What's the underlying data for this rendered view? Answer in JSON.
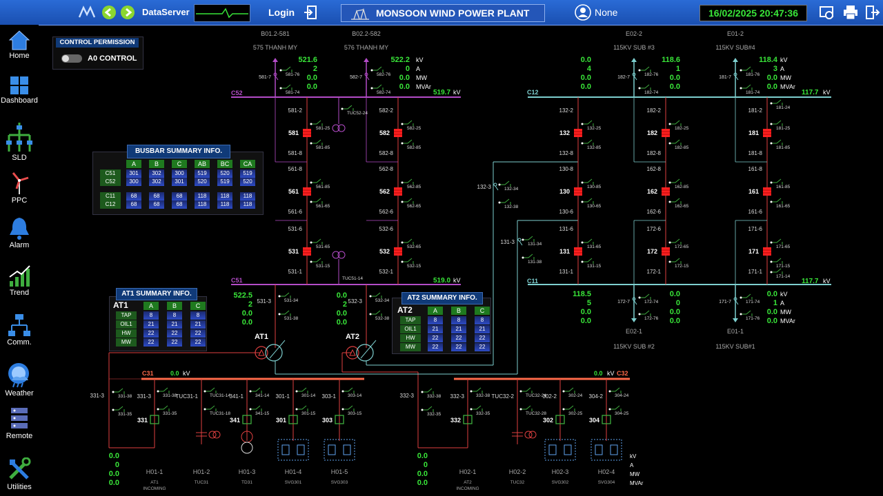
{
  "topbar": {
    "data_server": "DataServer",
    "login": "Login",
    "title": "MONSOON WIND POWER PLANT",
    "user": "None",
    "datetime": "16/02/2025 20:47:36"
  },
  "sidebar": {
    "items": [
      {
        "label": "Home"
      },
      {
        "label": "Dashboard"
      },
      {
        "label": "SLD"
      },
      {
        "label": "PPC"
      },
      {
        "label": "Alarm"
      },
      {
        "label": "Trend"
      },
      {
        "label": "Comm."
      },
      {
        "label": "Weather"
      },
      {
        "label": "Remote"
      },
      {
        "label": "Utilities"
      }
    ]
  },
  "control_permission": {
    "title": "CONTROL PERMISSION",
    "toggle_label": "A0 CONTROL"
  },
  "busbar_summary": {
    "title": "BUSBAR SUMMARY INFO.",
    "headers": [
      "A",
      "B",
      "C",
      "AB",
      "BC",
      "CA"
    ],
    "rows": [
      {
        "label": "C51",
        "values": [
          "301",
          "302",
          "300",
          "519",
          "520",
          "519"
        ]
      },
      {
        "label": "C52",
        "values": [
          "300",
          "302",
          "301",
          "520",
          "519",
          "520"
        ]
      },
      {
        "label": "C11",
        "values": [
          "68",
          "68",
          "68",
          "118",
          "118",
          "118"
        ]
      },
      {
        "label": "C12",
        "values": [
          "68",
          "68",
          "68",
          "118",
          "118",
          "118"
        ]
      }
    ]
  },
  "at1_summary": {
    "title": "AT1 SUMMARY INFO.",
    "name": "AT1",
    "headers": [
      "A",
      "B",
      "C"
    ],
    "rows": [
      {
        "label": "TAP",
        "values": [
          "8",
          "8",
          "8"
        ]
      },
      {
        "label": "OIL1",
        "values": [
          "21",
          "21",
          "21"
        ]
      },
      {
        "label": "HW",
        "values": [
          "22",
          "22",
          "22"
        ]
      },
      {
        "label": "MW",
        "values": [
          "22",
          "22",
          "22"
        ]
      }
    ]
  },
  "at2_summary": {
    "title": "AT2 SUMMARY INFO.",
    "name": "AT2",
    "headers": [
      "A",
      "B",
      "C"
    ],
    "rows": [
      {
        "label": "TAP",
        "values": [
          "8",
          "8",
          "8"
        ]
      },
      {
        "label": "OIL1",
        "values": [
          "21",
          "21",
          "21"
        ]
      },
      {
        "label": "HW",
        "values": [
          "22",
          "22",
          "22"
        ]
      },
      {
        "label": "MW",
        "values": [
          "22",
          "22",
          "22"
        ]
      }
    ]
  },
  "units": {
    "kv": "kV",
    "a": "A",
    "mw": "MW",
    "mvar": "MVAr"
  },
  "feeders_500": [
    {
      "id": "B01.2-581",
      "name": "575 THANH MY",
      "kv": "521.6",
      "a": "2",
      "mw": "0.0",
      "mvar": "0.0",
      "sw": "581-7",
      "ds1": "581-76",
      "ds2": "581-74"
    },
    {
      "id": "B02.2-582",
      "name": "576 THANH MY",
      "kv": "522.2",
      "a": "0",
      "mw": "0.0",
      "mvar": "0.0",
      "sw": "582-7",
      "ds1": "582-76",
      "ds2": "582-74"
    }
  ],
  "feeders_110_top": [
    {
      "id": "E02-2",
      "name": "115KV SUB #3",
      "kv": "118.6",
      "a": "1",
      "mw": "0.0",
      "mvar": "0.0",
      "sw": "182-7",
      "ds1": "182-76",
      "ds2": "182-74"
    },
    {
      "id": "E01-2",
      "name": "115KV SUB#4",
      "kv": "118.4",
      "a": "3",
      "mw": "0.0",
      "mvar": "0.0",
      "sw": "181-7",
      "ds1": "181-76",
      "ds2": "181-74"
    }
  ],
  "feeders_110_left": {
    "kv": "0.0",
    "a": "4",
    "mw": "0.0",
    "mvar": "0.0"
  },
  "feeders_110_bottom": [
    {
      "id": "E02-1",
      "name": "115KV SUB #2",
      "kv": "0.0",
      "a": "0",
      "mw": "0.0",
      "mvar": "0.0",
      "sw": "172-7",
      "ds1": "172-74",
      "ds2": "172-76"
    },
    {
      "id": "E01-1",
      "name": "115KV SUB#1",
      "kv": "0.0",
      "a": "1",
      "mw": "0.0",
      "mvar": "0.0",
      "sw": "171-7",
      "ds1": "171-74",
      "ds2": "171-76"
    }
  ],
  "feeders_110_bottom_left": {
    "kv": "118.5",
    "a": "5",
    "mw": "0.0",
    "mvar": "0.0"
  },
  "buses": {
    "c52": {
      "name": "C52",
      "kv": "519.7"
    },
    "c51": {
      "name": "C51",
      "kv": "519.0"
    },
    "c12": {
      "name": "C12",
      "kv": "117.7"
    },
    "c11": {
      "name": "C11",
      "kv": "117.7"
    },
    "c31": {
      "name": "C31",
      "kv": "0.0"
    },
    "c32": {
      "name": "C32",
      "kv": "0.0"
    }
  },
  "breakers_500": [
    {
      "id": "581",
      "top": "581-2",
      "topd": "581-25",
      "bot": "581-8",
      "botd": "581-85"
    },
    {
      "id": "582",
      "top": "582-2",
      "topd": "582-25",
      "bot": "582-8",
      "botd": "582-85"
    },
    {
      "id": "561",
      "top": "561-8",
      "topd": "561-85",
      "bot": "561-6",
      "botd": "561-65"
    },
    {
      "id": "562",
      "top": "562-8",
      "topd": "562-85",
      "bot": "562-6",
      "botd": "562-65"
    },
    {
      "id": "531",
      "top": "531-6",
      "topd": "531-65",
      "bot": "531-1",
      "botd": "531-15"
    },
    {
      "id": "532",
      "top": "532-6",
      "topd": "532-65",
      "bot": "532-1",
      "botd": "532-15"
    }
  ],
  "breakers_110": [
    {
      "id": "132",
      "top": "132-2",
      "topd": "132-25",
      "bot": "132-8",
      "botd": "132-85"
    },
    {
      "id": "182",
      "top": "182-2",
      "topd": "182-25",
      "bot": "182-8",
      "botd": "182-85"
    },
    {
      "id": "181",
      "top": "181-2",
      "topd": "181-25",
      "bot": "181-8",
      "botd": "181-85"
    },
    {
      "id": "130",
      "top": "130-8",
      "topd": "130-85",
      "bot": "130-6",
      "botd": "130-65"
    },
    {
      "id": "162",
      "top": "162-8",
      "topd": "162-85",
      "bot": "162-6",
      "botd": "162-65"
    },
    {
      "id": "161",
      "top": "161-8",
      "topd": "161-85",
      "bot": "161-6",
      "botd": "161-65"
    },
    {
      "id": "131",
      "top": "131-6",
      "topd": "131-65",
      "bot": "131-1",
      "botd": "131-15"
    },
    {
      "id": "172",
      "top": "172-6",
      "topd": "172-65",
      "bot": "172-1",
      "botd": "172-15"
    },
    {
      "id": "171",
      "top": "171-6",
      "topd": "171-65",
      "bot": "171-1",
      "botd": "171-15"
    }
  ],
  "misc_labels": {
    "tuc52": "TUC52-24",
    "tuc51": "TUC51-14",
    "ds_181_24": "181-24",
    "ds_181_14": "171-14",
    "ds_132_3": "132-3",
    "ds_132_34": "132-34",
    "ds_132_38": "132-38",
    "ds_131_3": "131-3",
    "ds_131_34": "131-34",
    "ds_131_38": "131-38",
    "ds_531_3": "531-3",
    "ds_531_34": "531-34",
    "ds_531_38": "531-38",
    "ds_532_3": "532-3",
    "ds_532_34": "532-34",
    "ds_532_38": "532-38"
  },
  "at1_values": {
    "kv": "522.5",
    "a": "2",
    "mw": "0.0",
    "mvar": "0.0"
  },
  "at2_values": {
    "kv": "0.0",
    "a": "2",
    "mw": "0.0",
    "mvar": "0.0"
  },
  "mv_left": [
    {
      "id": "331",
      "name": "H01-1",
      "sub": "AT1\nINCOMING",
      "sw": "331-3",
      "d1": "331-38",
      "d2": "331-35"
    },
    {
      "id": "",
      "name": "H01-2",
      "sub": "TUC31",
      "sw": "TUC31-1",
      "d1": "TUC31-14",
      "d2": "TUC31-18"
    },
    {
      "id": "341",
      "name": "H01-3",
      "sub": "TD31",
      "sw": "341-1",
      "d1": "341-14",
      "d2": "341-15"
    },
    {
      "id": "301",
      "name": "H01-4",
      "sub": "SVG301",
      "sw": "301-1",
      "d1": "301-14",
      "d2": "301-15"
    },
    {
      "id": "303",
      "name": "H01-5",
      "sub": "SVG303",
      "sw": "303-1",
      "d1": "303-14",
      "d2": "303-15"
    }
  ],
  "mv_right": [
    {
      "id": "332",
      "name": "H02-1",
      "sub": "AT2\nINCOMING",
      "sw": "332-3",
      "d1": "332-38",
      "d2": "332-35"
    },
    {
      "id": "",
      "name": "H02-2",
      "sub": "TUC32",
      "sw": "TUC32-2",
      "d1": "TUC32-24",
      "d2": "TUC32-28"
    },
    {
      "id": "302",
      "name": "H02-3",
      "sub": "SVG302",
      "sw": "302-2",
      "d1": "302-24",
      "d2": "302-25"
    },
    {
      "id": "304",
      "name": "H02-4",
      "sub": "SVG304",
      "sw": "304-2",
      "d1": "304-24",
      "d2": "304-25"
    }
  ],
  "mv_left_values": [
    "0.0",
    "0",
    "0.0",
    "0.0"
  ],
  "mv_right_values": [
    "0.0",
    "0",
    "0.0",
    "0.0"
  ],
  "colors": {
    "c5x": "#b44cc8",
    "c1x": "#7ed0d0",
    "c3x": "#ff6a4a",
    "red_line": "#e04040",
    "value_green": "#39e639",
    "breaker": "#ff2020",
    "accent_blue": "#2460c8"
  }
}
